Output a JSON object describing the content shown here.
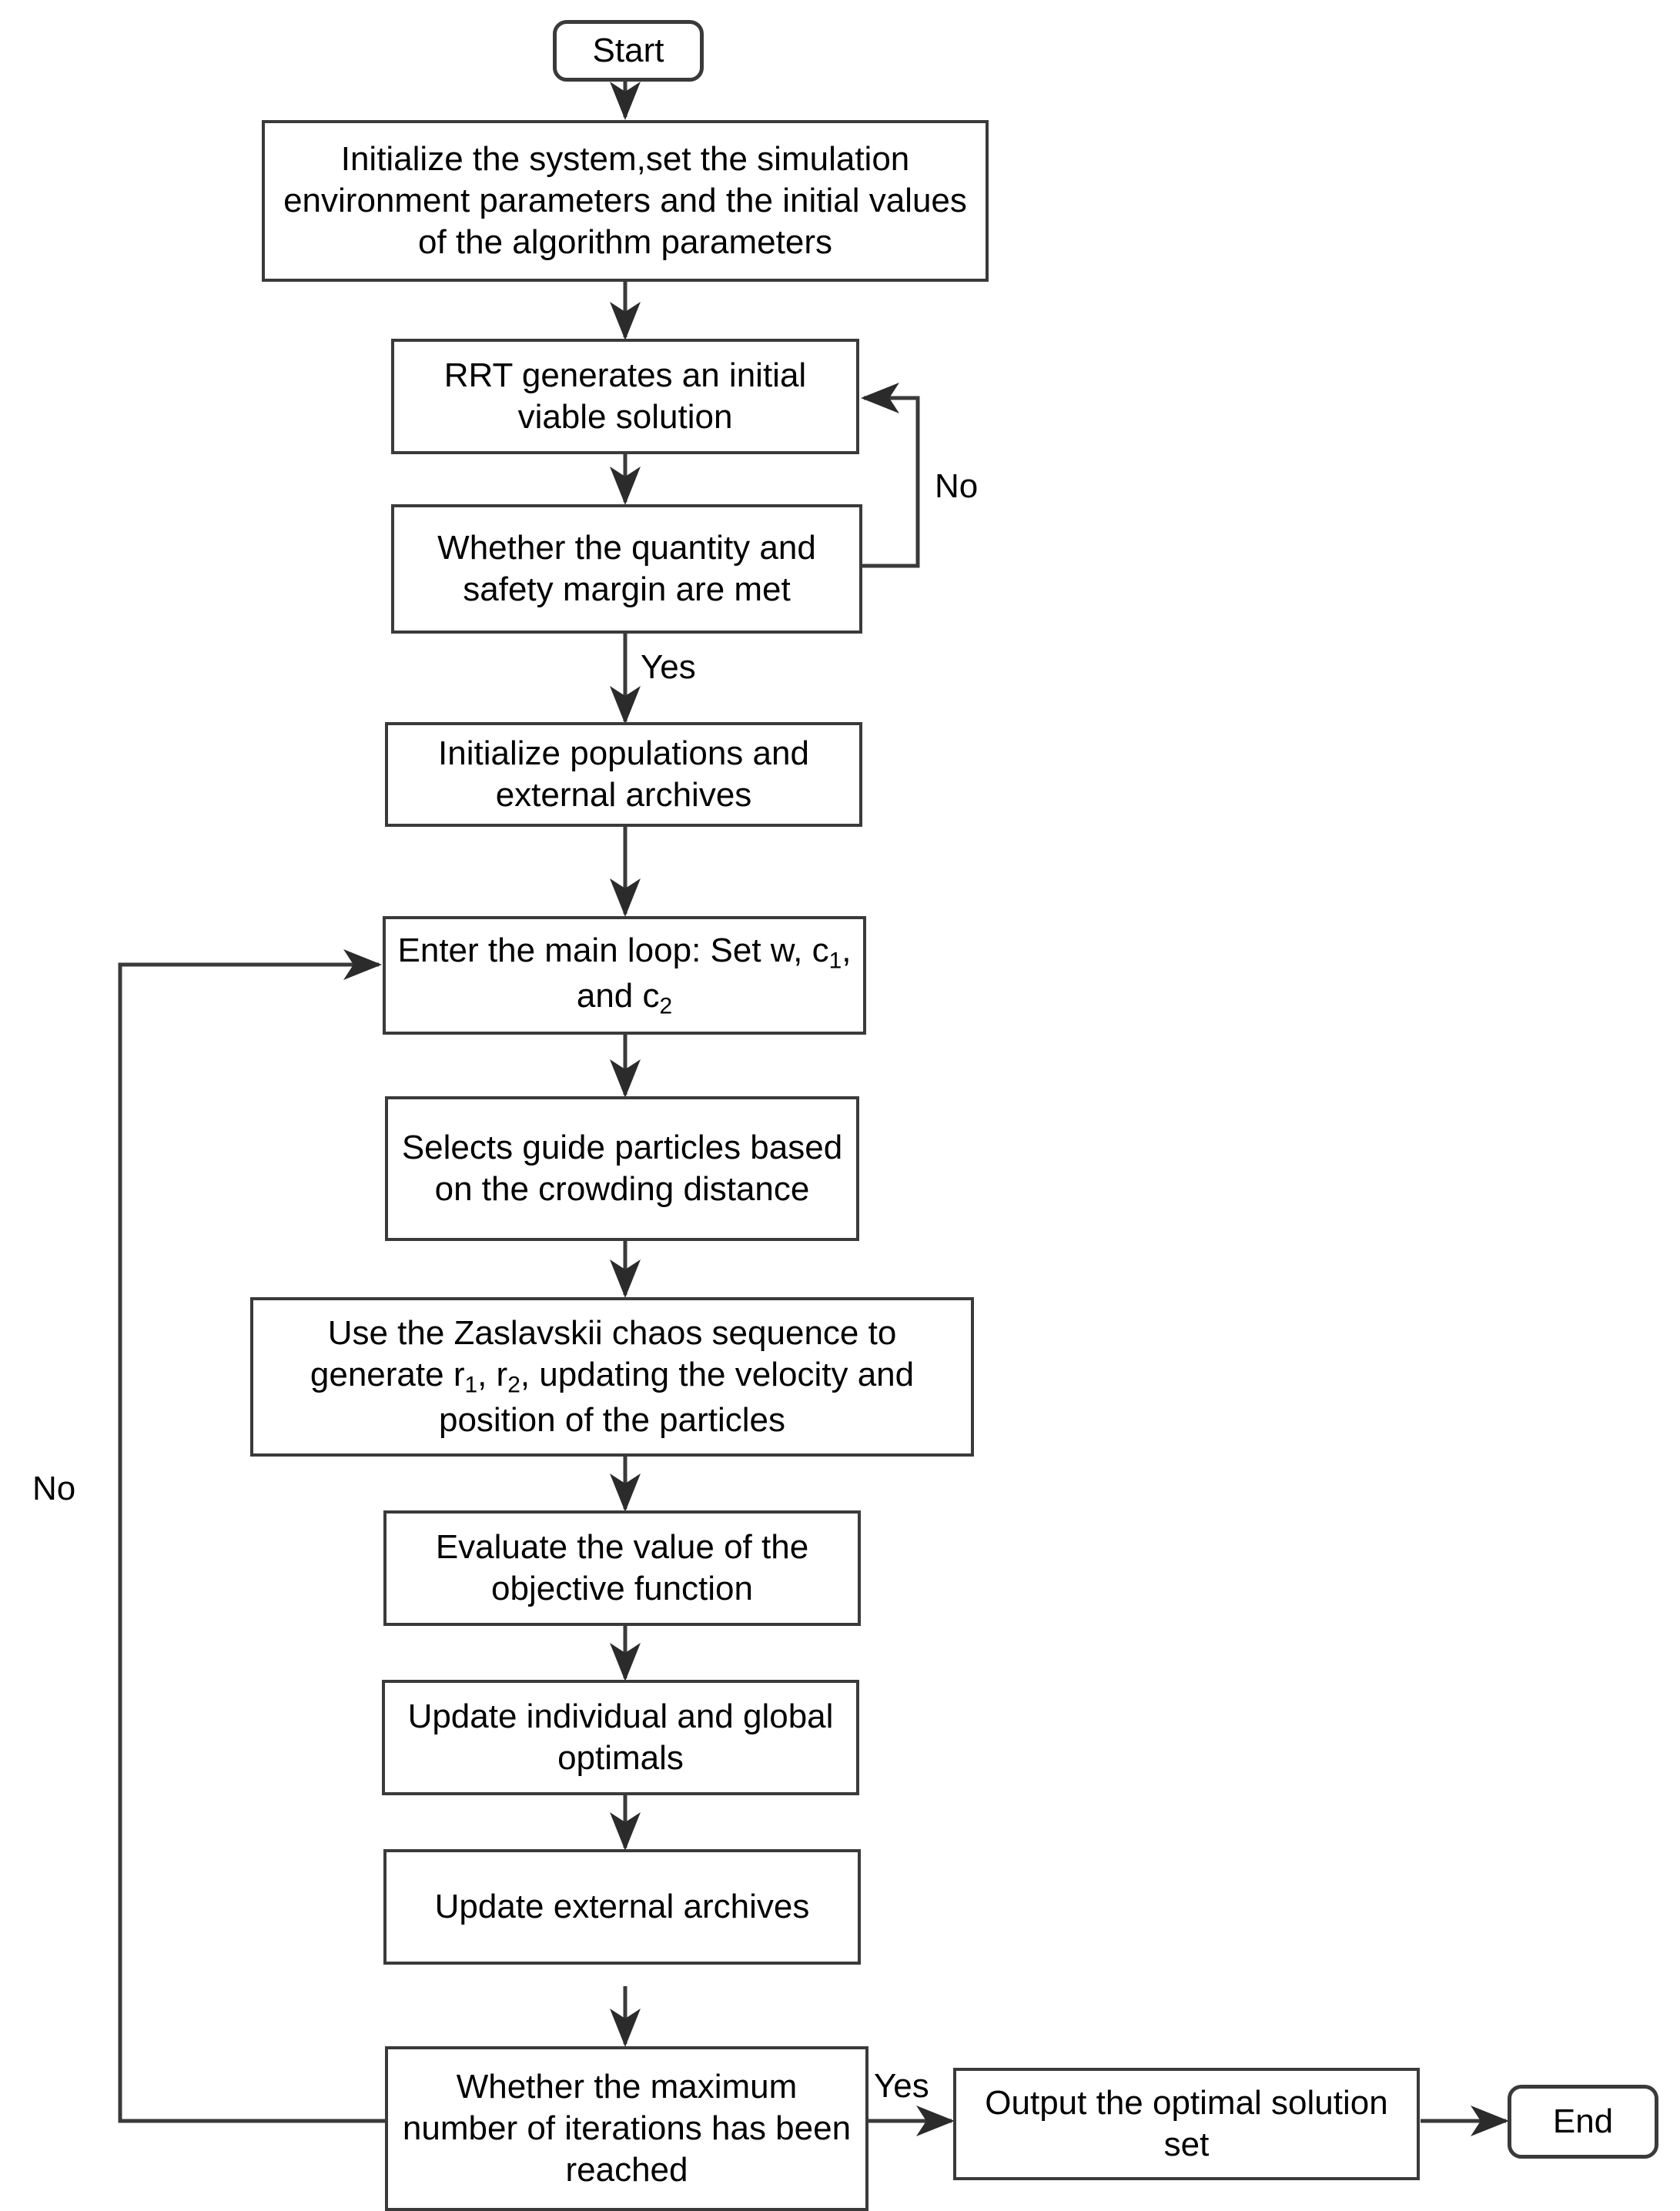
{
  "diagram": {
    "title": "Algorithm flowchart",
    "colors": {
      "stroke": "#3a3a3a",
      "text": "#000000",
      "background": "#ffffff"
    },
    "nodes": {
      "start": {
        "label": "Start",
        "shape": "terminal"
      },
      "initialize_system": {
        "label": "Initialize the system,set the simulation environment parameters and the initial values of the algorithm parameters",
        "shape": "process"
      },
      "rrt_initial": {
        "label": "RRT generates an initial viable solution",
        "shape": "process"
      },
      "check_quantity_safety": {
        "label": "Whether the quantity and safety margin are met",
        "shape": "decision"
      },
      "init_populations": {
        "label": "Initialize populations and external archives",
        "shape": "process"
      },
      "main_loop": {
        "label_part1": "Enter the main loop: Set w, c",
        "sub1": "1",
        "label_part2": ", and c",
        "sub2": "2",
        "shape": "process"
      },
      "select_guides": {
        "label": "Selects guide particles based on the crowding distance",
        "shape": "process"
      },
      "chaos_sequence": {
        "label_part1": "Use the Zaslavskii chaos sequence to generate r",
        "sub1": "1",
        "label_part2": ", r",
        "sub2": "2",
        "label_part3": ", updating the velocity and position of the particles",
        "shape": "process"
      },
      "evaluate_objective": {
        "label": "Evaluate the value of the objective function",
        "shape": "process"
      },
      "update_optimals": {
        "label": "Update individual and global optimals",
        "shape": "process"
      },
      "update_archives": {
        "label": "Update external archives",
        "shape": "process"
      },
      "check_max_iterations": {
        "label": "Whether the maximum number of iterations has been reached",
        "shape": "decision"
      },
      "output_solution": {
        "label": "Output the optimal solution set",
        "shape": "process"
      },
      "end": {
        "label": "End",
        "shape": "terminal"
      }
    },
    "edge_labels": {
      "quantity_no": "No",
      "quantity_yes": "Yes",
      "iterations_no": "No",
      "iterations_yes": "Yes"
    }
  }
}
